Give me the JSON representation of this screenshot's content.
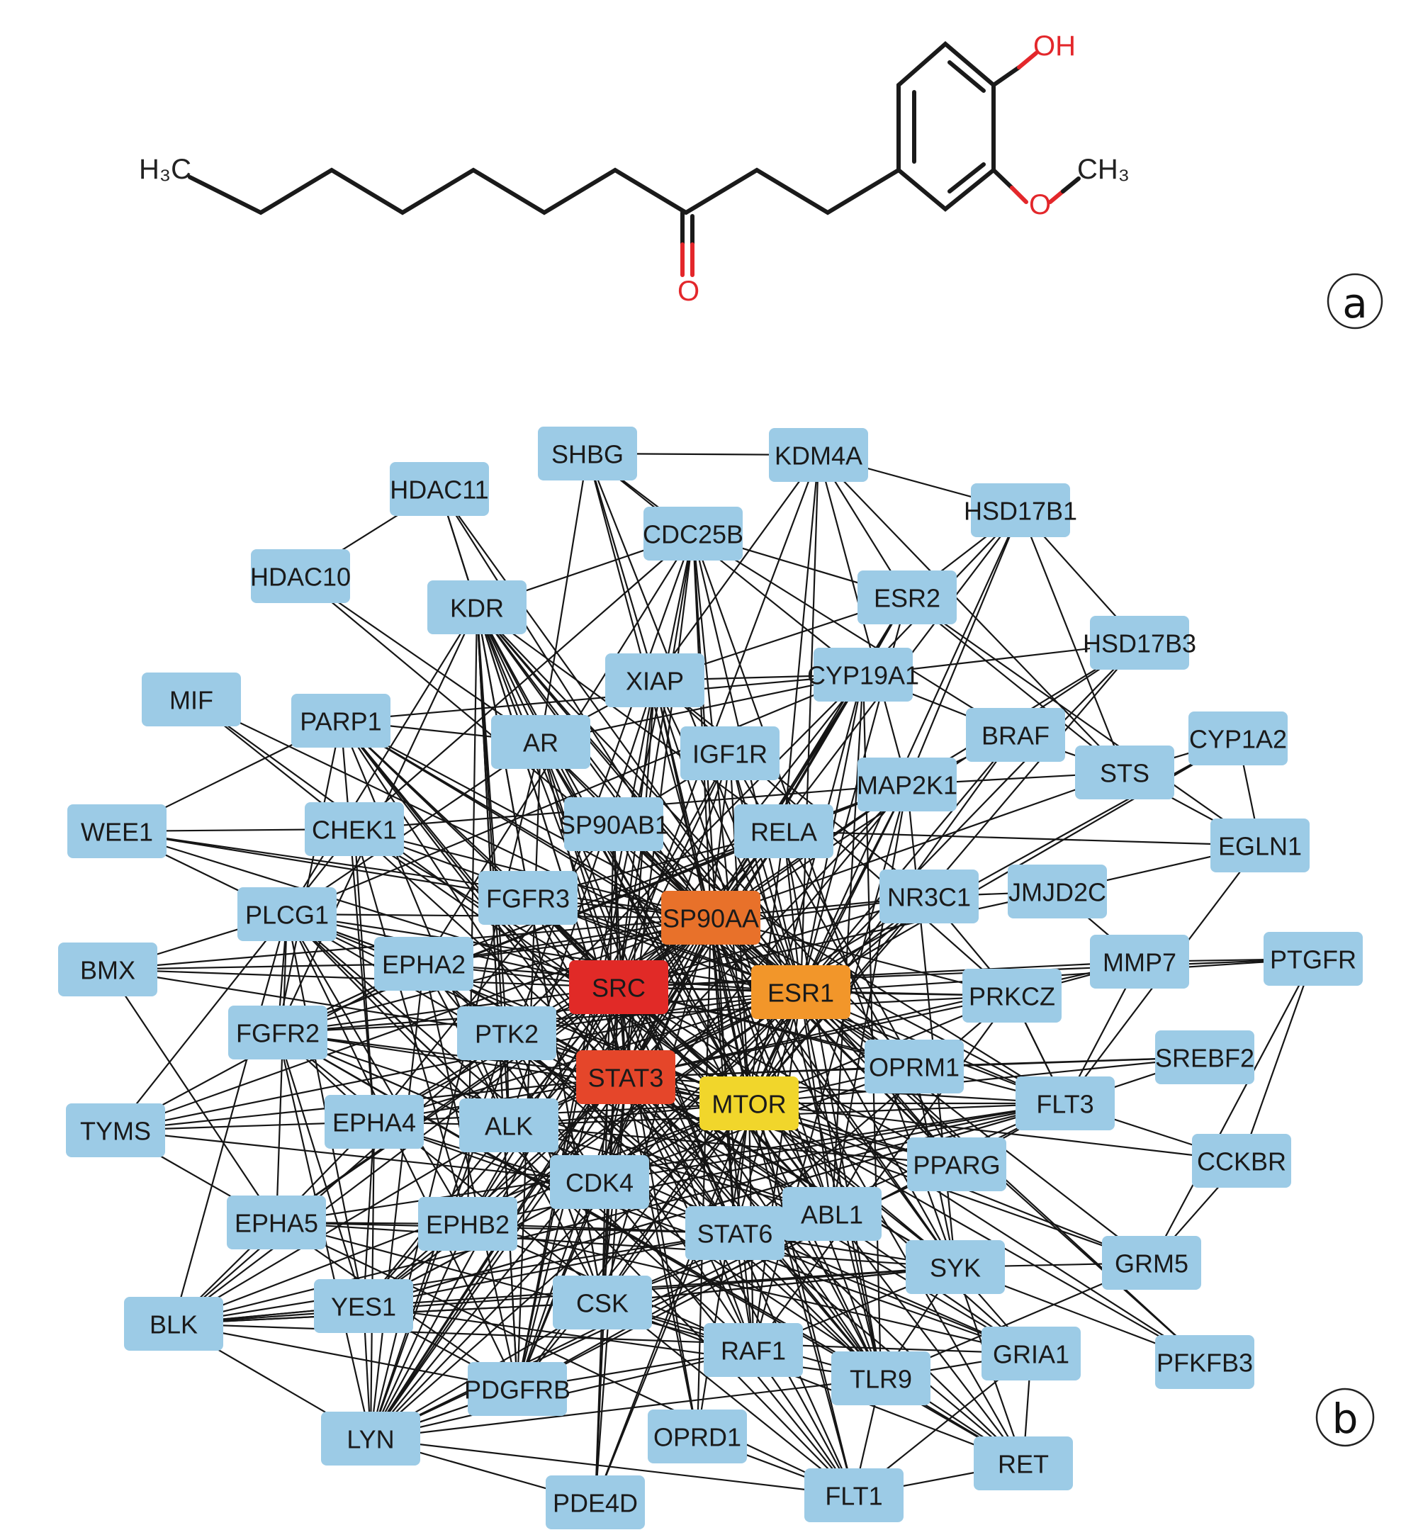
{
  "figure": {
    "panel_a": {
      "label": "a",
      "atoms": {
        "methyl_left": "H₃C",
        "ketone_oxygen": "O",
        "hydroxyl": "OH",
        "methoxy_oxygen": "O",
        "methoxy_methyl": "CH₃"
      }
    },
    "panel_b": {
      "label": "b",
      "colors": {
        "default_node": "#9ccbe6",
        "edge": "#151515"
      },
      "nodes": [
        {
          "id": "SHBG",
          "label": "SHBG",
          "color": "#9ccbe6"
        },
        {
          "id": "KDM4A",
          "label": "KDM4A",
          "color": "#9ccbe6"
        },
        {
          "id": "HDAC11",
          "label": "HDAC11",
          "color": "#9ccbe6"
        },
        {
          "id": "HSD17B1",
          "label": "HSD17B1",
          "color": "#9ccbe6"
        },
        {
          "id": "CDC25B",
          "label": "CDC25B",
          "color": "#9ccbe6"
        },
        {
          "id": "HDAC10",
          "label": "HDAC10",
          "color": "#9ccbe6"
        },
        {
          "id": "ESR2",
          "label": "ESR2",
          "color": "#9ccbe6"
        },
        {
          "id": "KDR",
          "label": "KDR",
          "color": "#9ccbe6"
        },
        {
          "id": "HSD17B3",
          "label": "HSD17B3",
          "color": "#9ccbe6"
        },
        {
          "id": "XIAP",
          "label": "XIAP",
          "color": "#9ccbe6"
        },
        {
          "id": "CYP19A1",
          "label": "CYP19A1",
          "color": "#9ccbe6"
        },
        {
          "id": "MIF",
          "label": "MIF",
          "color": "#9ccbe6"
        },
        {
          "id": "PARP1",
          "label": "PARP1",
          "color": "#9ccbe6"
        },
        {
          "id": "AR",
          "label": "AR",
          "color": "#9ccbe6"
        },
        {
          "id": "IGF1R",
          "label": "IGF1R",
          "color": "#9ccbe6"
        },
        {
          "id": "BRAF",
          "label": "BRAF",
          "color": "#9ccbe6"
        },
        {
          "id": "CYP1A2",
          "label": "CYP1A2",
          "color": "#9ccbe6"
        },
        {
          "id": "STS",
          "label": "STS",
          "color": "#9ccbe6"
        },
        {
          "id": "MAP2K1",
          "label": "MAP2K1",
          "color": "#9ccbe6"
        },
        {
          "id": "WEE1",
          "label": "WEE1",
          "color": "#9ccbe6"
        },
        {
          "id": "CHEK1",
          "label": "CHEK1",
          "color": "#9ccbe6"
        },
        {
          "id": "HSP90AB1",
          "label": "HSP90AB1",
          "color": "#9ccbe6"
        },
        {
          "id": "RELA",
          "label": "RELA",
          "color": "#9ccbe6"
        },
        {
          "id": "EGLN1",
          "label": "EGLN1",
          "color": "#9ccbe6"
        },
        {
          "id": "FGFR3",
          "label": "FGFR3",
          "color": "#9ccbe6"
        },
        {
          "id": "HSP90AA1",
          "label": "HSP90AA1",
          "color": "#e8712a"
        },
        {
          "id": "NR3C1",
          "label": "NR3C1",
          "color": "#9ccbe6"
        },
        {
          "id": "JMJD2C",
          "label": "JMJD2C",
          "color": "#9ccbe6"
        },
        {
          "id": "PLCG1",
          "label": "PLCG1",
          "color": "#9ccbe6"
        },
        {
          "id": "BMX",
          "label": "BMX",
          "color": "#9ccbe6"
        },
        {
          "id": "EPHA2",
          "label": "EPHA2",
          "color": "#9ccbe6"
        },
        {
          "id": "SRC",
          "label": "SRC",
          "color": "#e12a27"
        },
        {
          "id": "ESR1",
          "label": "ESR1",
          "color": "#f2962a"
        },
        {
          "id": "MMP7",
          "label": "MMP7",
          "color": "#9ccbe6"
        },
        {
          "id": "PTGFR",
          "label": "PTGFR",
          "color": "#9ccbe6"
        },
        {
          "id": "PRKCZ",
          "label": "PRKCZ",
          "color": "#9ccbe6"
        },
        {
          "id": "FGFR2",
          "label": "FGFR2",
          "color": "#9ccbe6"
        },
        {
          "id": "PTK2",
          "label": "PTK2",
          "color": "#9ccbe6"
        },
        {
          "id": "STAT3",
          "label": "STAT3",
          "color": "#e5462a"
        },
        {
          "id": "OPRM1",
          "label": "OPRM1",
          "color": "#9ccbe6"
        },
        {
          "id": "SREBF2",
          "label": "SREBF2",
          "color": "#9ccbe6"
        },
        {
          "id": "MTOR",
          "label": "MTOR",
          "color": "#f1d62b"
        },
        {
          "id": "FLT3",
          "label": "FLT3",
          "color": "#9ccbe6"
        },
        {
          "id": "TYMS",
          "label": "TYMS",
          "color": "#9ccbe6"
        },
        {
          "id": "EPHA4",
          "label": "EPHA4",
          "color": "#9ccbe6"
        },
        {
          "id": "ALK",
          "label": "ALK",
          "color": "#9ccbe6"
        },
        {
          "id": "CCKBR",
          "label": "CCKBR",
          "color": "#9ccbe6"
        },
        {
          "id": "PPARG",
          "label": "PPARG",
          "color": "#9ccbe6"
        },
        {
          "id": "CDK4",
          "label": "CDK4",
          "color": "#9ccbe6"
        },
        {
          "id": "EPHA5",
          "label": "EPHA5",
          "color": "#9ccbe6"
        },
        {
          "id": "EPHB2",
          "label": "EPHB2",
          "color": "#9ccbe6"
        },
        {
          "id": "ABL1",
          "label": "ABL1",
          "color": "#9ccbe6"
        },
        {
          "id": "STAT6",
          "label": "STAT6",
          "color": "#9ccbe6"
        },
        {
          "id": "SYK",
          "label": "SYK",
          "color": "#9ccbe6"
        },
        {
          "id": "GRM5",
          "label": "GRM5",
          "color": "#9ccbe6"
        },
        {
          "id": "BLK",
          "label": "BLK",
          "color": "#9ccbe6"
        },
        {
          "id": "YES1",
          "label": "YES1",
          "color": "#9ccbe6"
        },
        {
          "id": "CSK",
          "label": "CSK",
          "color": "#9ccbe6"
        },
        {
          "id": "RAF1",
          "label": "RAF1",
          "color": "#9ccbe6"
        },
        {
          "id": "GRIA1",
          "label": "GRIA1",
          "color": "#9ccbe6"
        },
        {
          "id": "PFKFB3",
          "label": "PFKFB3",
          "color": "#9ccbe6"
        },
        {
          "id": "TLR9",
          "label": "TLR9",
          "color": "#9ccbe6"
        },
        {
          "id": "PDGFRB",
          "label": "PDGFRB",
          "color": "#9ccbe6"
        },
        {
          "id": "LYN",
          "label": "LYN",
          "color": "#9ccbe6"
        },
        {
          "id": "OPRD1",
          "label": "OPRD1",
          "color": "#9ccbe6"
        },
        {
          "id": "RET",
          "label": "RET",
          "color": "#9ccbe6"
        },
        {
          "id": "FLT1",
          "label": "FLT1",
          "color": "#9ccbe6"
        },
        {
          "id": "PDE4D",
          "label": "PDE4D",
          "color": "#9ccbe6"
        }
      ],
      "display_labels": {
        "HSP90AB1": "SP90AB1",
        "HSP90AA1": "SP90AA"
      },
      "edges_visible": [
        [
          "HDAC11",
          "HDAC10"
        ],
        [
          "HDAC11",
          "KDR"
        ],
        [
          "HDAC10",
          "AR"
        ],
        [
          "MIF",
          "CHEK1"
        ],
        [
          "SHBG",
          "KDM4A"
        ],
        [
          "SHBG",
          "CDC25B"
        ],
        [
          "SHBG",
          "XIAP"
        ],
        [
          "SHBG",
          "AR"
        ],
        [
          "SHBG",
          "CYP19A1"
        ],
        [
          "KDM4A",
          "HSD17B1"
        ],
        [
          "KDM4A",
          "ESR2"
        ],
        [
          "KDM4A",
          "STS"
        ],
        [
          "KDM4A",
          "XIAP"
        ],
        [
          "KDM4A",
          "MAP2K1"
        ],
        [
          "KDM4A",
          "RELA"
        ],
        [
          "HSD17B1",
          "ESR2"
        ],
        [
          "HSD17B1",
          "CYP19A1"
        ],
        [
          "HSD17B1",
          "HSD17B3"
        ],
        [
          "HSD17B1",
          "STS"
        ],
        [
          "HSD17B1",
          "MAP2K1"
        ],
        [
          "HSD17B3",
          "CYP19A1"
        ],
        [
          "HSD17B3",
          "MAP2K1"
        ],
        [
          "CDC25B",
          "ESR2"
        ],
        [
          "CDC25B",
          "CHEK1"
        ],
        [
          "CDC25B",
          "KDR"
        ],
        [
          "CDC25B",
          "BRAF"
        ],
        [
          "ESR2",
          "STS"
        ],
        [
          "ESR2",
          "CYP19A1"
        ],
        [
          "ESR2",
          "XIAP"
        ],
        [
          "ESR2",
          "EGLN1"
        ],
        [
          "CYP19A1",
          "BRAF"
        ],
        [
          "CYP19A1",
          "PARP1"
        ],
        [
          "BRAF",
          "STS"
        ],
        [
          "BRAF",
          "MAP2K1"
        ],
        [
          "STS",
          "CYP1A2"
        ],
        [
          "STS",
          "EGLN1"
        ],
        [
          "STS",
          "MAP2K1"
        ],
        [
          "CYP1A2",
          "EGLN1"
        ],
        [
          "WEE1",
          "CHEK1"
        ],
        [
          "WEE1",
          "PARP1"
        ],
        [
          "WEE1",
          "PLCG1"
        ],
        [
          "WEE1",
          "FGFR3"
        ],
        [
          "BMX",
          "PLCG1"
        ],
        [
          "BMX",
          "EPHA2"
        ],
        [
          "BMX",
          "PTK2"
        ],
        [
          "BMX",
          "SRC"
        ],
        [
          "BMX",
          "EPHA5"
        ],
        [
          "TYMS",
          "CHEK1"
        ],
        [
          "TYMS",
          "EPHA4"
        ],
        [
          "TYMS",
          "CDK4"
        ],
        [
          "TYMS",
          "EPHA2"
        ],
        [
          "TYMS",
          "EPHA5"
        ],
        [
          "EGLN1",
          "RELA"
        ],
        [
          "EGLN1",
          "JMJD2C"
        ],
        [
          "EGLN1",
          "FLT3"
        ],
        [
          "JMJD2C",
          "NR3C1"
        ],
        [
          "JMJD2C",
          "MMP7"
        ],
        [
          "MMP7",
          "PTGFR"
        ],
        [
          "MMP7",
          "PRKCZ"
        ],
        [
          "MMP7",
          "FLT3"
        ],
        [
          "PTGFR",
          "CCKBR"
        ],
        [
          "PTGFR",
          "GRM5"
        ],
        [
          "SREBF2",
          "FLT3"
        ],
        [
          "SREBF2",
          "OPRM1"
        ],
        [
          "FLT3",
          "CCKBR"
        ],
        [
          "FLT3",
          "PRKCZ"
        ],
        [
          "FLT3",
          "PPARG"
        ],
        [
          "CCKBR",
          "GRM5"
        ],
        [
          "GRM5",
          "TLR9"
        ],
        [
          "GRM5",
          "SYK"
        ],
        [
          "PFKFB3",
          "SYK"
        ],
        [
          "GRIA1",
          "TLR9"
        ],
        [
          "RET",
          "FLT1"
        ],
        [
          "RET",
          "TLR9"
        ],
        [
          "RET",
          "SYK"
        ],
        [
          "FLT1",
          "OPRD1"
        ],
        [
          "FLT1",
          "TLR9"
        ],
        [
          "LYN",
          "PDE4D"
        ],
        [
          "LYN",
          "BLK"
        ],
        [
          "LYN",
          "PDGFRB"
        ],
        [
          "LYN",
          "YES1"
        ],
        [
          "BLK",
          "YES1"
        ],
        [
          "BLK",
          "PDGFRB"
        ],
        [
          "BLK",
          "CSK"
        ],
        [
          "PDE4D",
          "CSK"
        ],
        [
          "EPHA5",
          "EPHB2"
        ],
        [
          "EPHB2",
          "STAT6"
        ]
      ]
    }
  }
}
